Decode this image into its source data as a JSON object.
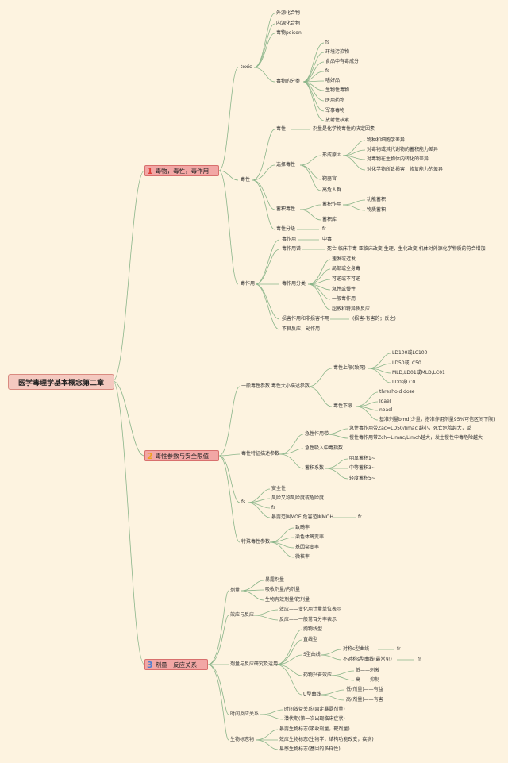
{
  "title": "医学毒理学基本概念第二章",
  "sections": [
    {
      "number": "1",
      "label": "毒物，毒性，毒作用",
      "color": "#e0413a"
    },
    {
      "number": "2",
      "label": "毒性参数与安全限值",
      "color": "#f0a020"
    },
    {
      "number": "3",
      "label": "剂量－反应关系",
      "color": "#4c7fd0"
    }
  ],
  "nodes": {
    "toxic": "toxic",
    "waiyuan": "外源化合物",
    "neiyuan": "内源化合物",
    "poison": "毒物poison",
    "fenlei": "毒物的分类",
    "c1": "fs",
    "c2": "环境污染物",
    "c3": "食品中有毒成分",
    "c4": "fs",
    "c5": "嗜好品",
    "c6": "生物性毒物",
    "c7": "医用药物",
    "c8": "军事毒物",
    "c9": "放射性核素",
    "duxing": "毒性",
    "dx1": "毒性",
    "dx1r": "剂量是化学物毒性的决定因素",
    "xuanze": "选择毒性",
    "xingcheng": "形成原因",
    "xc1": "物种和细胞学差异",
    "xc2": "对毒物或其代谢物的蓄积能力差异",
    "xc3": "对毒物在生物体内转化的差异",
    "xc4": "对化学物所致损害，修复能力的差异",
    "baqi": "靶器官",
    "gaowei": "高危人群",
    "xuji": "蓄积毒性",
    "xjzy": "蓄积作用",
    "gnxj": "功能蓄积",
    "wzxj": "物质蓄积",
    "xjk": "蓄积库",
    "dxfj": "毒性分级",
    "dxfjr": "fr",
    "duzuoyong": "毒作用",
    "dzy1": "毒作用",
    "dzy1r": "中毒",
    "dzyzp": "毒作用谱",
    "dzyzpr": "死亡 临床中毒 亚临床改变 生理，生化改变 机体对外源化学物质的符合增加",
    "dzyfl": "毒作用分类",
    "f1": "速发或迟发",
    "f2": "局部或全身毒",
    "f3": "可逆或不可逆",
    "f4": "急性或慢性",
    "f5": "一般毒作用",
    "f6": "超敏和特异质反应",
    "sunhai": "损害作用和非损害作用",
    "sunhair": "(损害-有害的；反之)",
    "buliang": "不良反应，副作用",
    "yiban": "一般毒性参数 毒性大小描述参数",
    "shangxian": "毒性上限(致死)",
    "s1": "LD100或LC100",
    "s2": "LD50或LC50",
    "s3": "MLD,LD01或MLD,LC01",
    "s4": "LD0或LC0",
    "xiaxian": "毒性下限",
    "x1": "threshold dose",
    "x2": "loael",
    "x3": "noael",
    "x4": "基准剂量bmd(少量，搭准作用剂量95%可信区间下限)",
    "tezheng": "毒性特征描述参数",
    "jxzy": "急性作用带",
    "j1": "急性毒作用带Zac=LD50/limac 越小，死亡危险越大，反",
    "j2": "慢性毒作用带Zch=Limac/Limch越大，发生慢性中毒危险越大",
    "jixing": "急性吸入中毒指数",
    "xjxs": "蓄积系数",
    "k1": "明显蓄积1~",
    "k2": "中等蓄积3~",
    "k3": "轻度蓄积5~",
    "fs2": "fs",
    "a1": "安全性",
    "a2": "风险又称风险度或危险度",
    "a3": "fs",
    "a4": "暴露范围MOE 危害范围MOH",
    "a4r": "fr",
    "teshu": "特殊毒性参数",
    "t1": "致畸率",
    "t2": "染色体畸变率",
    "t3": "基因突变率",
    "t4": "微核率",
    "jiliang": "剂量",
    "jl1": "暴露剂量",
    "jl2": "吸收剂量/内剂量",
    "jl3": "生物有效剂量/靶剂量",
    "xiaoying": "效应与反应",
    "xy1": "效应——变化用计量单位表示",
    "xy2": "反应——一般常百分率表示",
    "yanjiu": "剂量与反应研究及运用",
    "yj1": "抛物线型",
    "yj2": "直线型",
    "sxing": "S型曲线",
    "s_a": "对称s型曲线",
    "s_ar": "fr",
    "s_b": "不对称s型曲线(最常见)",
    "s_br": "fr",
    "yaowu": "药物兴奋效应",
    "yw1": "低——刺激",
    "yw2": "高——抑制",
    "uxing": "U型曲线",
    "u1": "低(剂量)——有益",
    "u2": "高(剂量)——有害",
    "shijian": "时间反应关系",
    "sj1": "时间效益关系(固定暴露剂量)",
    "sj2": "潜伏期(第一次出现临床症状)",
    "biaozhi": "生物标志物",
    "bz1": "暴露生物标志(吸收剂量，靶剂量)",
    "bz2": "效应生物标志(生物学，结构功能改变，疾病)",
    "bz3": "易感生物标志(基因的多样性)"
  }
}
